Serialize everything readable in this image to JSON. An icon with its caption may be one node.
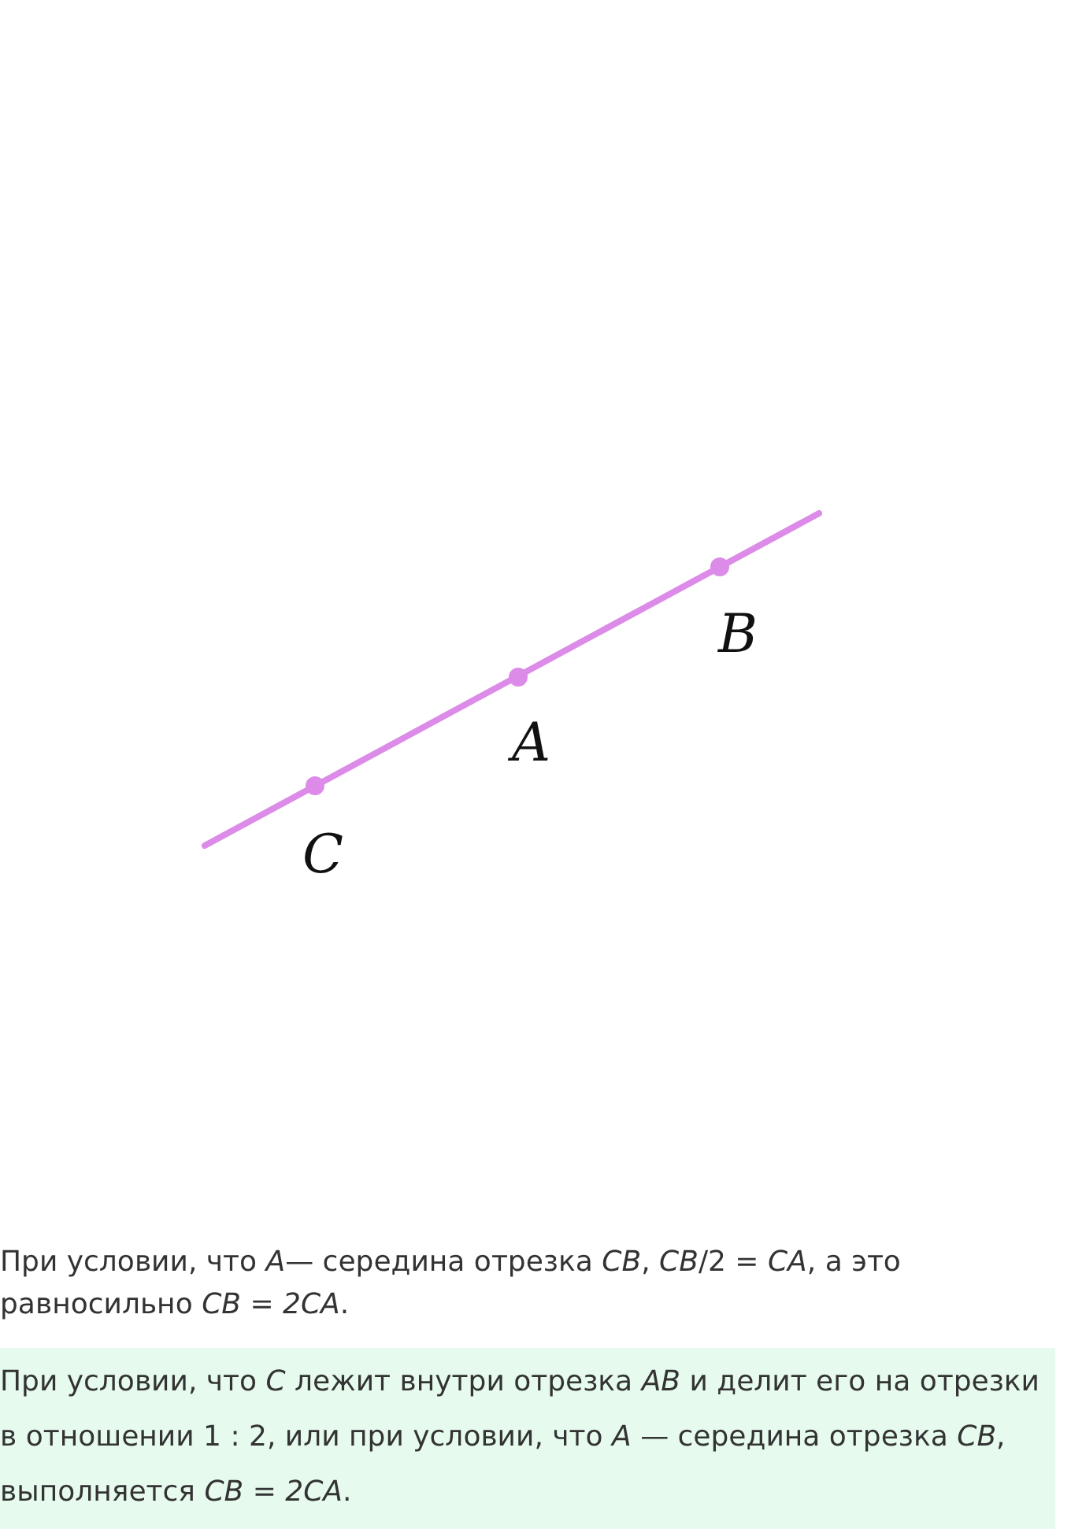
{
  "diagram": {
    "nodes": [
      {
        "text": [
          "При условии, что *C* лежит внутри отрезка *AB* и делит его на отрезки в отношении 1 : 2, или при условии, что *A* — середина отрезка *CB*, выполняется *CB = 2CA*."
        ]
      }
    ],
    "labels": [
      "B",
      "A",
      "C",
      "При условии, что *A*— середина отрезка *CB*, *CB*/2 = *CA*, а это равносильно *CB = 2CA*."
    ]
  }
}
